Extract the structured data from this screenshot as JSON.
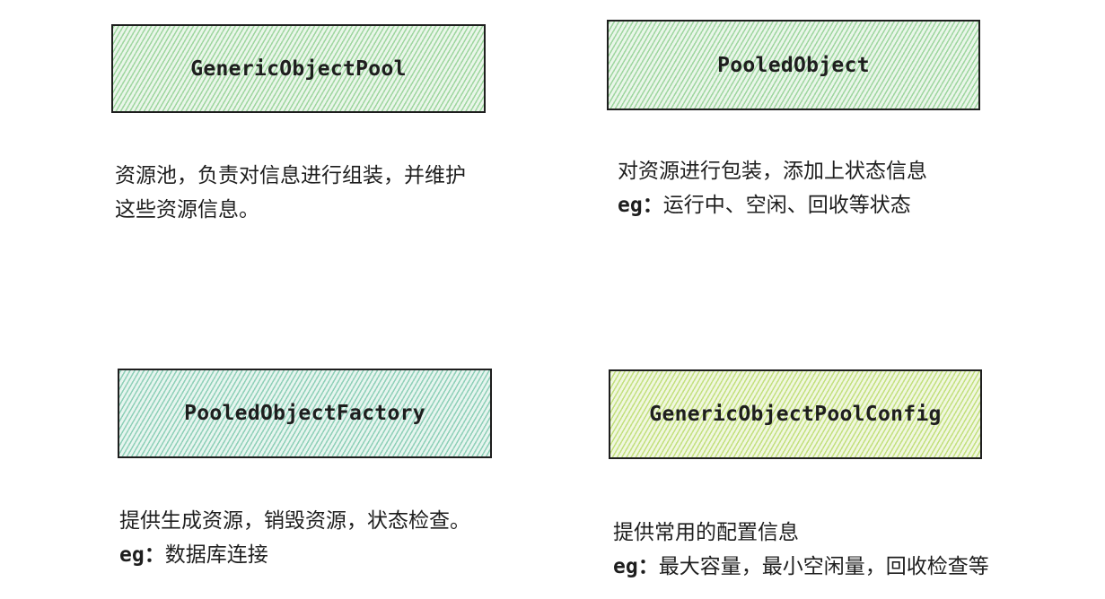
{
  "boxes": {
    "generic_object_pool": "GenericObjectPool",
    "pooled_object": "PooledObject",
    "pooled_object_factory": "PooledObjectFactory",
    "generic_object_pool_config": "GenericObjectPoolConfig"
  },
  "descriptions": {
    "generic_object_pool": {
      "line1": "资源池，负责对信息进行组装，并维护",
      "line2": "这些资源信息。"
    },
    "pooled_object": {
      "line1": "对资源进行包装，添加上状态信息",
      "eg_label": "eg：",
      "line2": "运行中、空闲、回收等状态"
    },
    "pooled_object_factory": {
      "line1": "提供生成资源，销毁资源，状态检查。",
      "eg_label": "eg：",
      "line2": "数据库连接"
    },
    "generic_object_pool_config": {
      "line1": "提供常用的配置信息",
      "eg_label": "eg：",
      "line2": "最大容量，最小空闲量，回收检查等"
    }
  },
  "colors": {
    "stroke": "#1e1e1e",
    "green_fill": "#9fd6a0",
    "teal_fill": "#8fd0b8",
    "lime_fill": "#c3e07e"
  }
}
